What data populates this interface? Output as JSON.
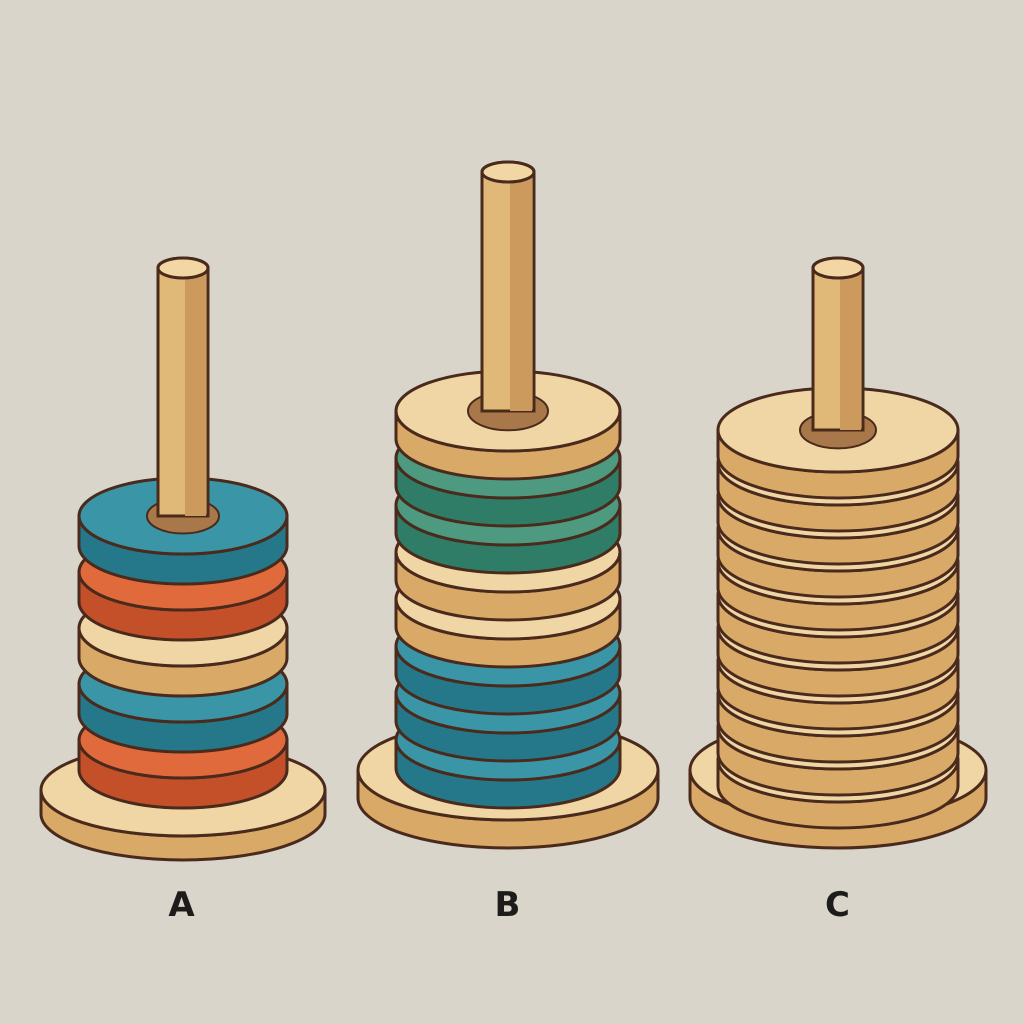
{
  "background": "#d9d5cb",
  "outline": "#4a2a1c",
  "palette": {
    "wood": {
      "top": "#efd6a4",
      "side": "#d9a968"
    },
    "teal": {
      "top": "#3a95a6",
      "side": "#257889"
    },
    "orange": {
      "top": "#e06a3c",
      "side": "#c4502a"
    },
    "green": {
      "top": "#4d9a80",
      "side": "#2f7d66"
    }
  },
  "pegs": [
    {
      "label": "A",
      "disk_colors_bottom_to_top": [
        "orange",
        "teal",
        "wood",
        "orange",
        "teal"
      ]
    },
    {
      "label": "B",
      "disk_colors_bottom_to_top": [
        "teal",
        "teal",
        "teal",
        "wood",
        "wood",
        "green",
        "green",
        "wood"
      ]
    },
    {
      "label": "C",
      "disk_colors_bottom_to_top": [
        "wood",
        "wood",
        "wood",
        "wood",
        "wood",
        "wood",
        "wood",
        "wood",
        "wood",
        "wood",
        "wood"
      ]
    }
  ]
}
